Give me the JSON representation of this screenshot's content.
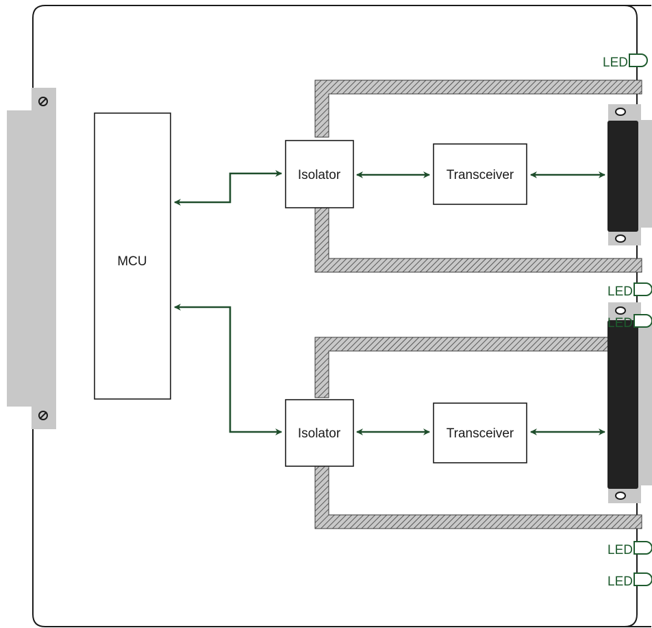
{
  "diagram": {
    "mcu_label": "MCU",
    "channels": [
      {
        "isolator_label": "Isolator",
        "transceiver_label": "Transceiver"
      },
      {
        "isolator_label": "Isolator",
        "transceiver_label": "Transceiver"
      }
    ],
    "led_labels": [
      "LED",
      "LED",
      "LED",
      "LED",
      "LED"
    ]
  },
  "colors": {
    "wire": "#1e4d2b",
    "led": "#1e5b2e",
    "connector_grey": "#c8c8c8",
    "connector_body": "#222222",
    "outline": "#1a1a1a"
  }
}
